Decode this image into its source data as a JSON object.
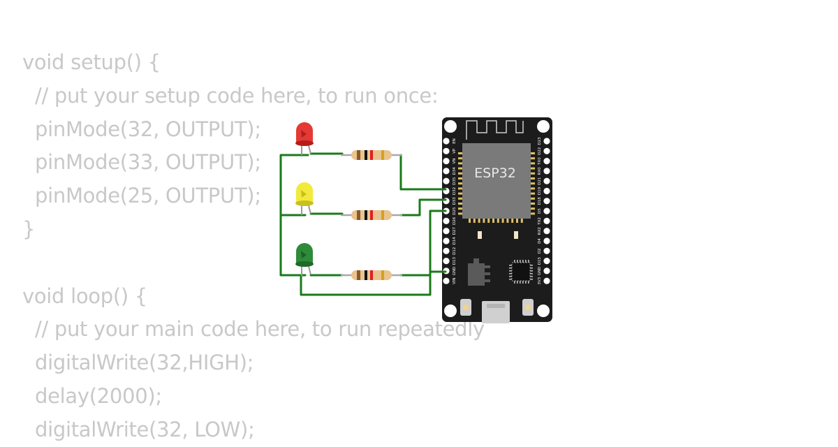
{
  "code": {
    "lines": [
      {
        "text": "void setup() {",
        "indent": false
      },
      {
        "text": "// put your setup code here, to run once:",
        "indent": true
      },
      {
        "text": "pinMode(32, OUTPUT);",
        "indent": true
      },
      {
        "text": "pinMode(33, OUTPUT);",
        "indent": true
      },
      {
        "text": "pinMode(25, OUTPUT);",
        "indent": true
      },
      {
        "text": "}",
        "indent": false
      },
      {
        "text": "",
        "indent": false
      },
      {
        "text": "void loop() {",
        "indent": false
      },
      {
        "text": "// put your main code here, to run repeatedly",
        "indent": true
      },
      {
        "text": "digitalWrite(32,HIGH);",
        "indent": true
      },
      {
        "text": "delay(2000);",
        "indent": true
      },
      {
        "text": "digitalWrite(32, LOW);",
        "indent": true
      }
    ]
  },
  "board": {
    "name": "ESP32",
    "left_pins": [
      "EN",
      "VP",
      "VN",
      "D34",
      "D35",
      "D32",
      "D33",
      "D25",
      "D26",
      "D27",
      "D14",
      "D12",
      "D13",
      "GND",
      "VIN"
    ],
    "right_pins": [
      "D23",
      "D22",
      "TX0",
      "RX0",
      "D21",
      "D19",
      "D18",
      "D5",
      "TX2",
      "RX2",
      "D4",
      "D2",
      "D15",
      "GND",
      "3V3"
    ]
  },
  "leds": [
    {
      "color_name": "red",
      "color": "#e53935",
      "shade": "#b71c1c"
    },
    {
      "color_name": "yellow",
      "color": "#f2ea3a",
      "shade": "#c8c020"
    },
    {
      "color_name": "green",
      "color": "#2e8b3a",
      "shade": "#1e6a28"
    }
  ],
  "colors": {
    "wire": "#1a7a1a",
    "board": "#1c1c1c",
    "chip": "#7a7a7a",
    "code_text": "#c8c8c8"
  }
}
